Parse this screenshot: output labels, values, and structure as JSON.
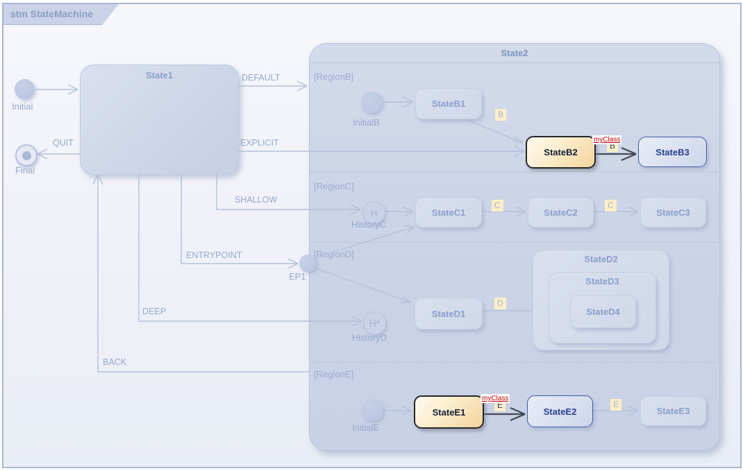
{
  "frame": {
    "tab": "stm StateMachine"
  },
  "states": {
    "state1": "State1",
    "state2": "State2",
    "b1": "StateB1",
    "b2": "StateB2",
    "b3": "StateB3",
    "c1": "StateC1",
    "c2": "StateC2",
    "c3": "StateC3",
    "d1": "StateD1",
    "d2": "StateD2",
    "d3": "StateD3",
    "d4": "StateD4",
    "e1": "StateE1",
    "e2": "StateE2",
    "e3": "StateE3"
  },
  "pseudostates": {
    "initial": "Initial",
    "final": "Final",
    "initialB": "InitialB",
    "historyC": "HistoryC",
    "historyC_glyph": "H",
    "historyD": "HistoryD",
    "historyD_glyph": "H*",
    "initialE": "InitialE",
    "ep1": "EP1"
  },
  "regions": {
    "b": "[RegionB]",
    "c": "[RegionC]",
    "d": "[RegionD]",
    "e": "[RegionE]"
  },
  "transitions": {
    "default": "DEFAULT",
    "explicit": "EXPLICIT",
    "quit": "QUIT",
    "shallow": "SHALLOW",
    "entrypoint": "ENTRYPOINT",
    "deep": "DEEP",
    "back": "BACK",
    "trigger_b1": "B",
    "trigger_b2": "B",
    "trigger_c1": "C",
    "trigger_c2": "C",
    "trigger_d1": "D",
    "trigger_e1": "E",
    "trigger_e2": "E",
    "stereotype_b": "myClass",
    "stereotype_e": "myClass"
  },
  "colors": {
    "frame_border": "#a9b7d3",
    "faded_line": "#b4bfd9",
    "dark_line": "#434a52",
    "highlight_fill": "#f3d49c",
    "highlight_border": "#25272b",
    "target_border": "#3e5a9e",
    "stereotype_red": "#c00000",
    "trigger_bg": "#fceec8"
  }
}
